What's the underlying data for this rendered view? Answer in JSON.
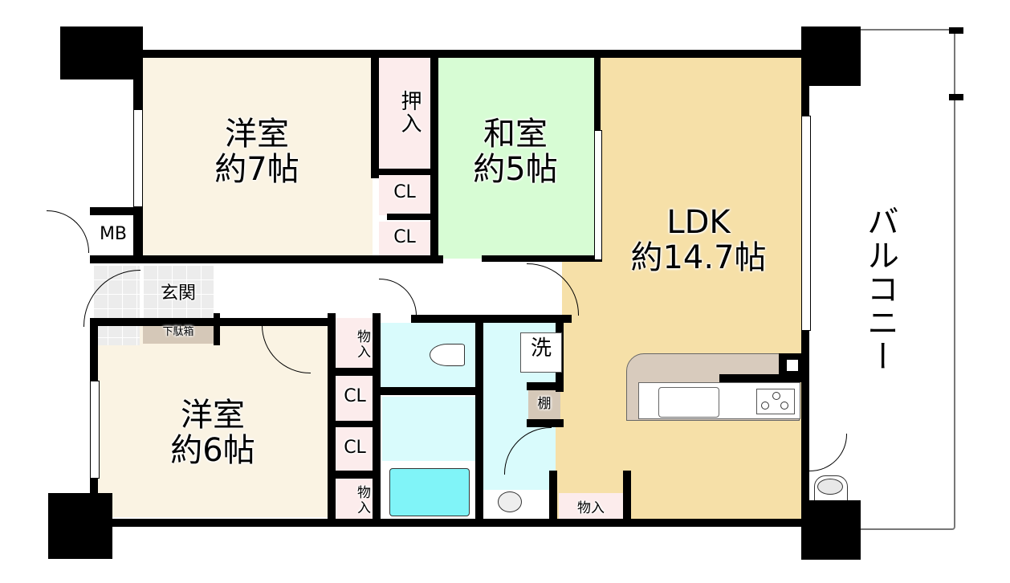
{
  "floorplan": {
    "rooms": {
      "western_room_1": {
        "name": "洋室",
        "size": "約7帖",
        "color": "#faf3e3"
      },
      "western_room_2": {
        "name": "洋室",
        "size": "約6帖",
        "color": "#faf3e3"
      },
      "japanese_room": {
        "name": "和室",
        "size": "約5帖",
        "color": "#d7fcd4"
      },
      "ldk": {
        "name": "LDK",
        "size": "約14.7帖",
        "color": "#f6e0a8"
      },
      "balcony": {
        "name": "バルコニー"
      },
      "entrance": {
        "name": "玄関"
      },
      "shoe_box": {
        "name": "下駄箱",
        "color": "#d5c8b8"
      },
      "meter_box": {
        "name": "MB"
      },
      "washroom": {
        "name": "洗",
        "color": "#d9fbfc"
      },
      "shelf": {
        "name": "棚",
        "color": "#d5c8b8"
      },
      "closet_oshiire": {
        "name": "押入",
        "color": "#fcecec"
      },
      "closets": [
        {
          "name": "CL"
        },
        {
          "name": "CL"
        },
        {
          "name": "CL"
        },
        {
          "name": "CL"
        }
      ],
      "storage": [
        {
          "name": "物入"
        },
        {
          "name": "物入"
        },
        {
          "name": "物入"
        }
      ],
      "bathroom": {
        "color": "#d9fbfc",
        "tub_color": "#80f4f8"
      },
      "toilet": {
        "color": "#d9fbfc"
      },
      "kitchen_counter": {
        "color": "#d8cbbd"
      }
    }
  }
}
